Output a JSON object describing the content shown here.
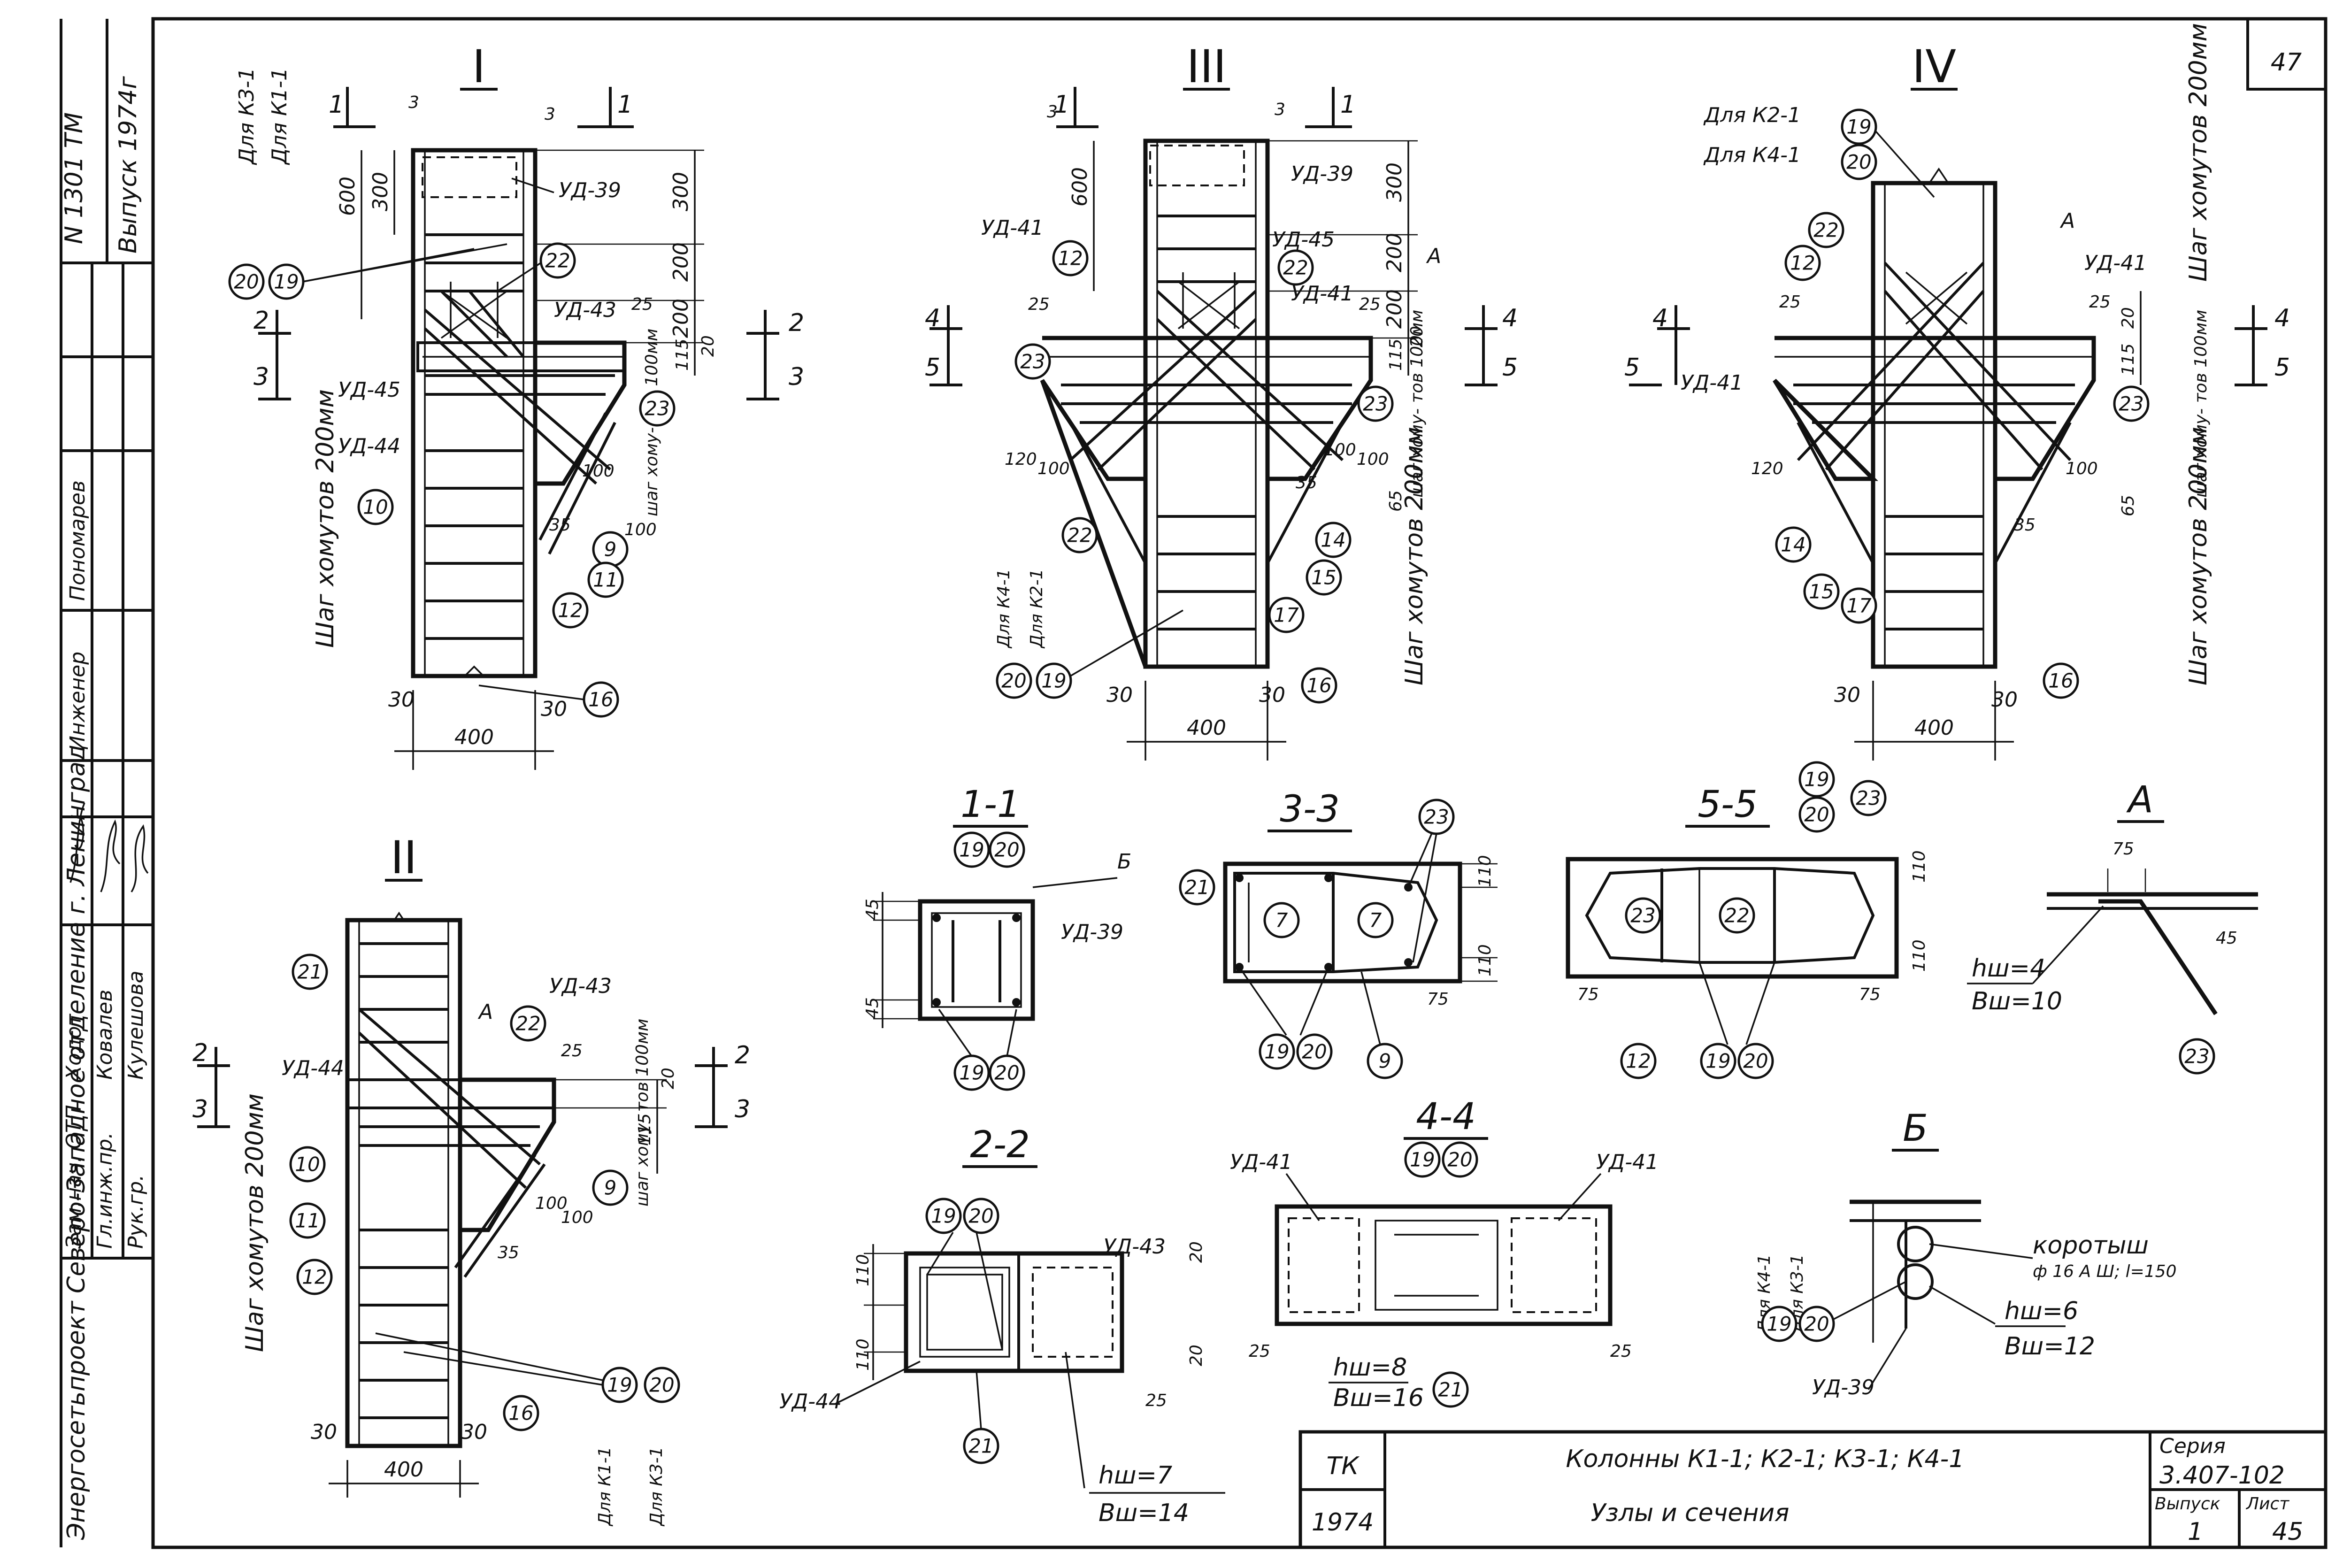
{
  "sheet": {
    "number": "47",
    "side_stamp": {
      "archive_no": "N 1301 TM",
      "issue": "Выпуск 1974г"
    },
    "signatures": [
      {
        "role": "Зам.нач. ОТП",
        "name": "Ходот"
      },
      {
        "role": "Гл.инж.пр.",
        "name": "Ковалев"
      },
      {
        "role": "Рук.гр.",
        "name": "Кулешова"
      }
    ],
    "org_column": [
      "Инженер",
      "Пономарев"
    ],
    "organization": "Энергосетьпроект Северо-Западное отделение г. Ленинград"
  },
  "views": {
    "I": "I",
    "II": "II",
    "III": "III",
    "IV": "IV"
  },
  "labels": {
    "ud39": "УД-39",
    "ud41": "УД-41",
    "ud43": "УД-43",
    "ud44": "УД-44",
    "ud45": "УД-45",
    "for_k3": "Для К3-1",
    "for_k1": "Для К1-1",
    "for_k2": "Для К2-1",
    "for_k4": "Для К4-1",
    "stirrup_200": "Шаг хомутов 200мм",
    "stirrup_100": "шаг хому- тов 100мм",
    "a": "А",
    "b": "Б"
  },
  "dims": {
    "d3": "3",
    "d25": "25",
    "d30": "30",
    "d35": "35",
    "d45": "45",
    "d65": "65",
    "d75": "75",
    "d100": "100",
    "d110": "110",
    "d115": "115",
    "d120": "120",
    "d200": "200",
    "d300": "300",
    "d400": "400",
    "d600": "600",
    "d20": "20"
  },
  "section_marks": {
    "s1": "1",
    "s2": "2",
    "s3": "3",
    "s4": "4",
    "s5": "5"
  },
  "sections": {
    "s11": "1-1",
    "s22": "2-2",
    "s33": "3-3",
    "s44": "4-4",
    "s55": "5-5",
    "sa": "А",
    "sb": "Б"
  },
  "weld_notes": {
    "w1": "hш=4",
    "w1b": "Вш=10",
    "w2": "hш=7",
    "w2b": "Вш=14",
    "w3": "hш=8",
    "w3b": "Вш=16",
    "w4": "hш=6",
    "w4b": "Вш=12",
    "short_bar": "коротыш",
    "short_bar_spec": "ф 16 А Ш; l=150"
  },
  "marks": [
    "7",
    "9",
    "10",
    "11",
    "12",
    "14",
    "15",
    "16",
    "17",
    "19",
    "20",
    "21",
    "22",
    "23"
  ],
  "title_block": {
    "code": "ТК",
    "year": "1974",
    "title_line1": "Колонны К1-1; К2-1; К3-1; К4-1",
    "title_line2": "Узлы и сечения",
    "series_label": "Серия",
    "series": "3.407-102",
    "issue_label": "Выпуск",
    "issue": "1",
    "sheet_label": "Лист",
    "sheet_no": "45"
  }
}
